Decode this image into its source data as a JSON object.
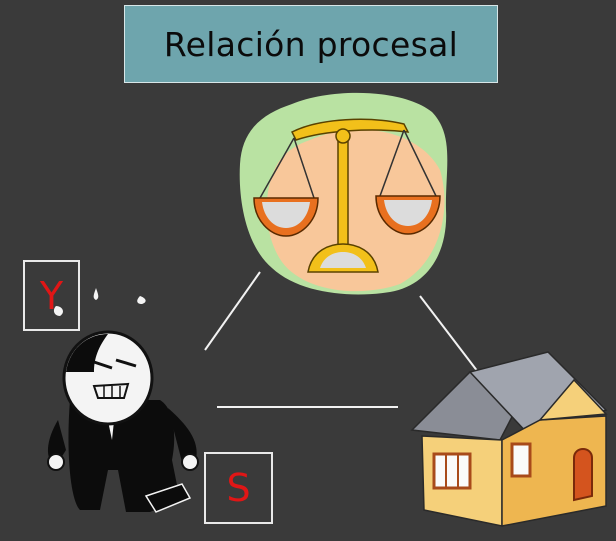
{
  "title": "Relación procesal",
  "labels": {
    "left_party": "Y",
    "bottom_party": "S"
  },
  "icons": {
    "top": "scales-of-justice-icon",
    "left": "distressed-man-icon",
    "right": "house-icon"
  },
  "colors": {
    "background": "#3a3a3a",
    "title_box": "#6ea5ad",
    "label_text": "#e01616",
    "connector": "#f2f2f2"
  }
}
